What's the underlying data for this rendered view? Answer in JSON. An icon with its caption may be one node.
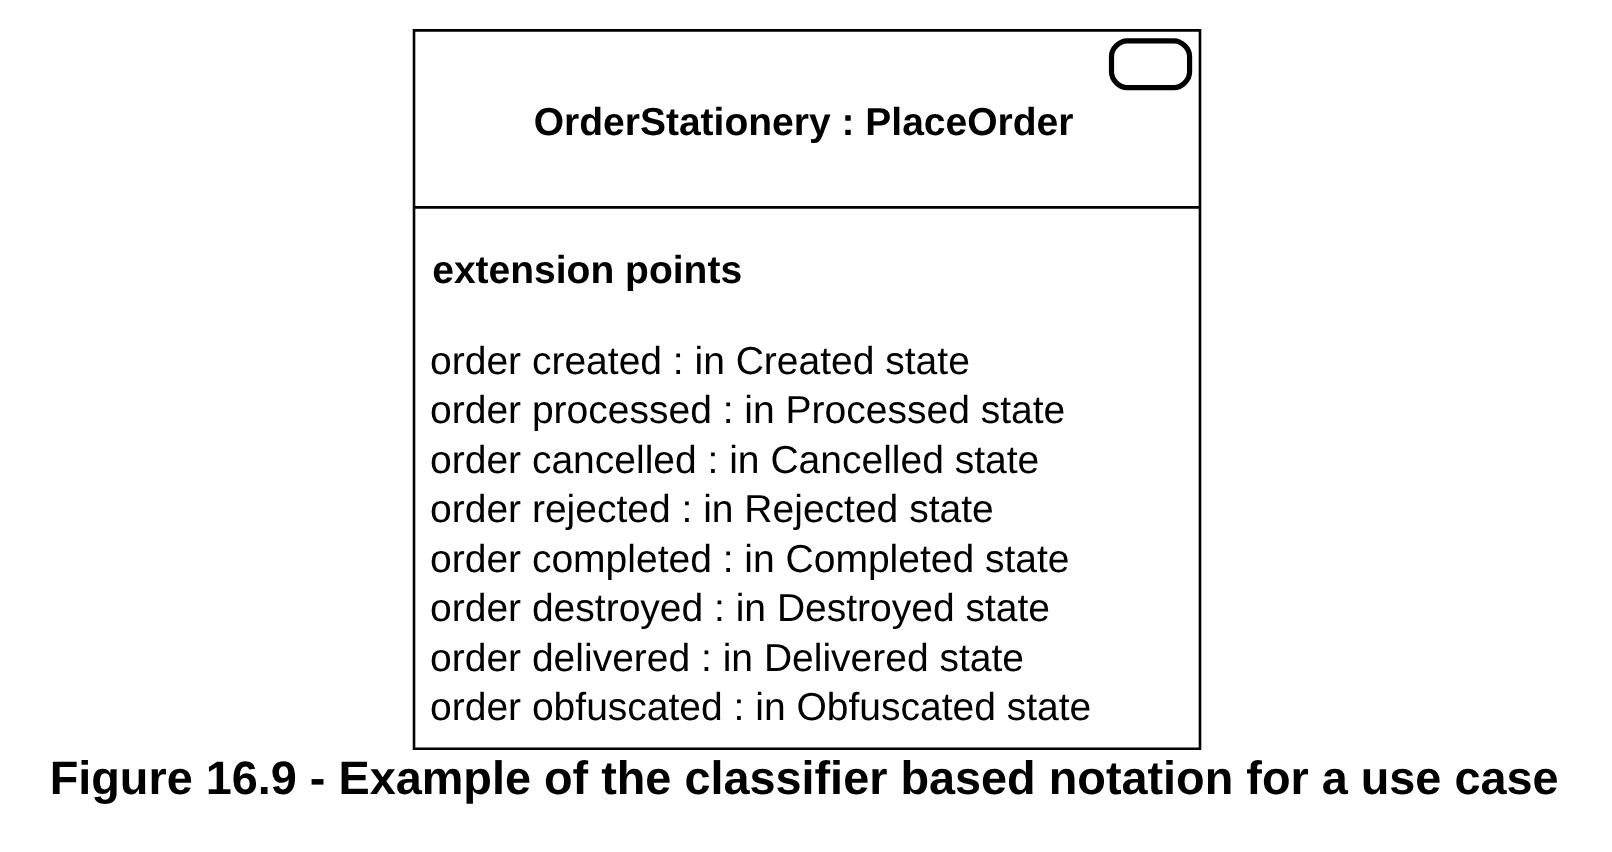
{
  "diagram": {
    "caption": "Figure 16.9 - Example of the classifier based notation for a use case",
    "nodes": [
      {
        "text": [
          "OrderStationery : PlaceOrder",
          "extension points",
          "order created : in Created state",
          "order processed : in Processed state",
          "order cancelled : in Cancelled state",
          "order rejected : in Rejected state",
          "order completed : in Completed state",
          "order destroyed : in Destroyed state",
          "order delivered : in Delivered state",
          "order obfuscated : in Obfuscated state"
        ]
      }
    ]
  }
}
